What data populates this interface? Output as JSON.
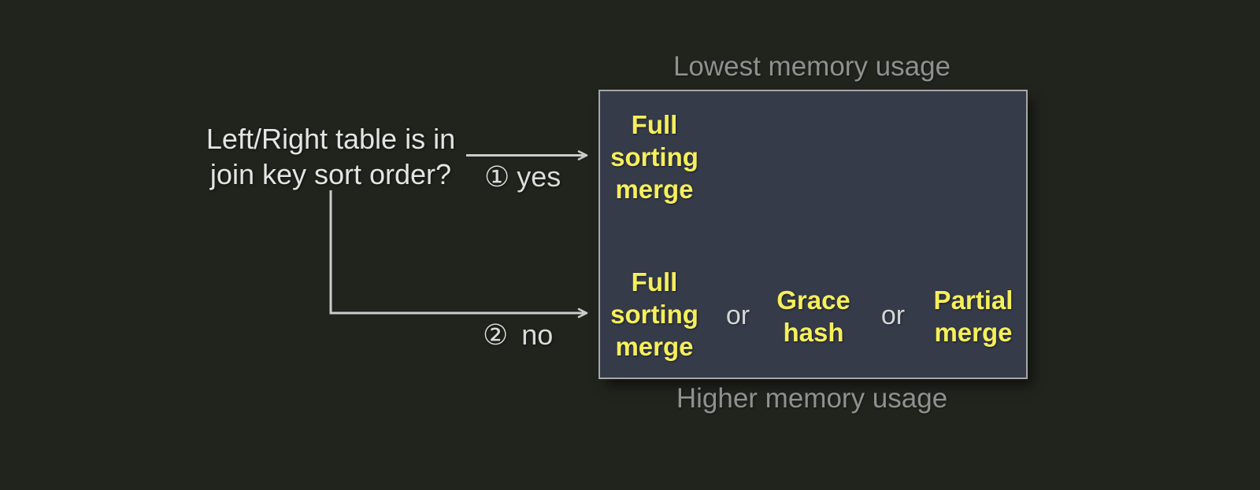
{
  "colors": {
    "page_bg": "#21231D",
    "box_bg": "#353B48",
    "box_border": "#A5A7A9",
    "algorithm_yellow": "#F6EF5B",
    "memory_label_gray": "#8F9090",
    "question_text": "#E4E4E4",
    "arrow_gray": "#CCCCCC"
  },
  "question": {
    "line1": "Left/Right table is in",
    "line2": "join key sort order?"
  },
  "branches": {
    "yes": {
      "marker": "①",
      "label": "yes"
    },
    "no": {
      "marker": "②",
      "label": "no"
    }
  },
  "memory_labels": {
    "top": "Lowest memory usage",
    "bottom": "Higher memory usage"
  },
  "algorithms": {
    "sorted_row": {
      "full_sorting_merge": {
        "name": "Full sorting merge",
        "lines": [
          "Full",
          "sorting",
          "merge"
        ]
      }
    },
    "unsorted_row": {
      "separator": "or",
      "full_sorting_merge": {
        "name": "Full sorting merge",
        "lines": [
          "Full",
          "sorting",
          "merge"
        ]
      },
      "grace_hash": {
        "name": "Grace hash",
        "lines": [
          "Grace",
          "hash"
        ]
      },
      "partial_merge": {
        "name": "Partial merge",
        "lines": [
          "Partial",
          "merge"
        ]
      }
    }
  }
}
